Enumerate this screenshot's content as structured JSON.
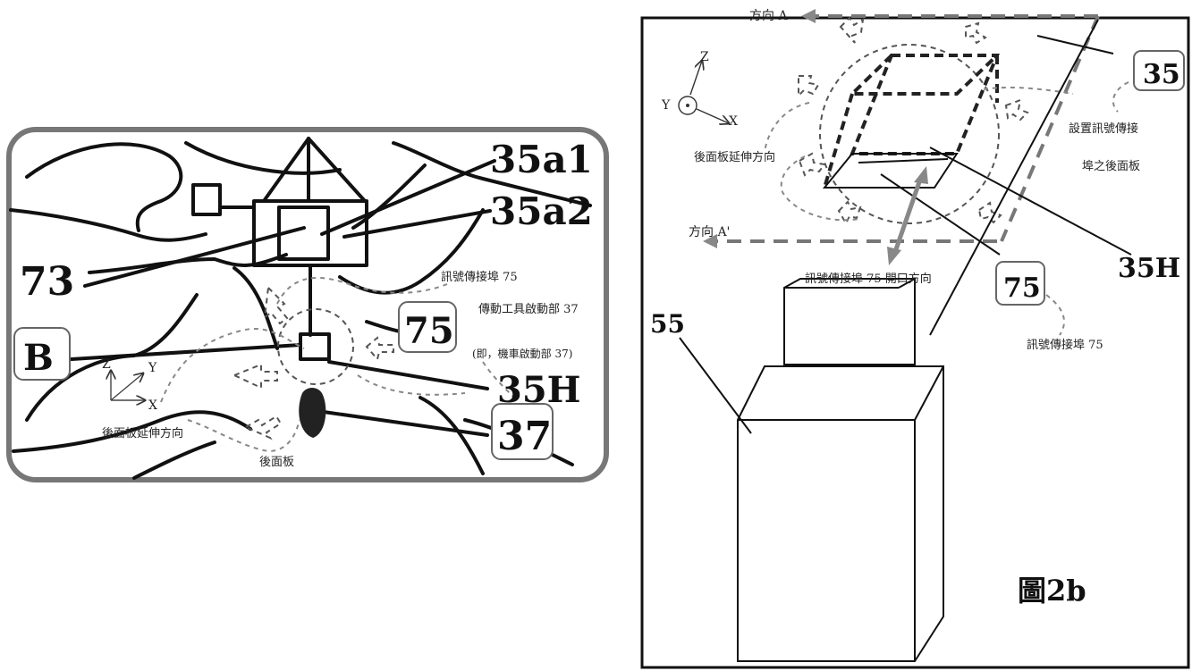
{
  "left_panel": {
    "ref_labels": {
      "l35a1": "35a1",
      "l35a2": "35a2",
      "l73": "73",
      "lB": "B",
      "l75": "75",
      "l35H": "35H",
      "l37": "37"
    },
    "notes": {
      "signal_port": "訊號傳接埠 75",
      "tool_starter": "傳動工具啟動部 37",
      "scooter_starter": "(即，機車啟動部 37)",
      "backplate_dir": "後面板延伸方向",
      "backplate": "後面板"
    },
    "axes": {
      "z": "Z",
      "y": "Y",
      "x": "X"
    }
  },
  "right_panel": {
    "ref_labels": {
      "l35": "35",
      "l35H": "35H",
      "l75": "75",
      "l55": "55"
    },
    "notes": {
      "dir_a": "方向 A",
      "dir_a2": "方向 A'",
      "backplate_dir": "後面板延伸方向",
      "port_backplate_1": "設置訊號傳接",
      "port_backplate_2": "埠之後面板",
      "port_open_dir": "訊號傳接埠 75 開口方向",
      "signal_port": "訊號傳接埠 75"
    },
    "axes": {
      "z": "Z",
      "y": "Y",
      "x": "X"
    },
    "figure_label": "圖2b"
  }
}
